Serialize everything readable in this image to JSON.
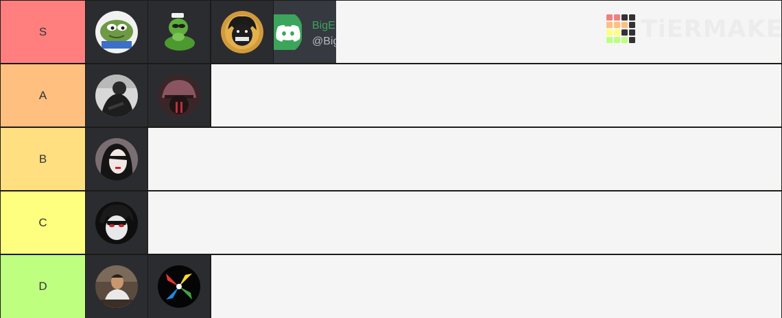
{
  "tiers": [
    {
      "label": "S",
      "color": "#ff7f7f"
    },
    {
      "label": "A",
      "color": "#ffbf7f"
    },
    {
      "label": "B",
      "color": "#ffdf7f"
    },
    {
      "label": "C",
      "color": "#ffff7f"
    },
    {
      "label": "D",
      "color": "#bfff7f"
    }
  ],
  "discord_card": {
    "name": "BigE",
    "handle": "@Big"
  },
  "watermark": {
    "text": "TiERMAKER"
  }
}
